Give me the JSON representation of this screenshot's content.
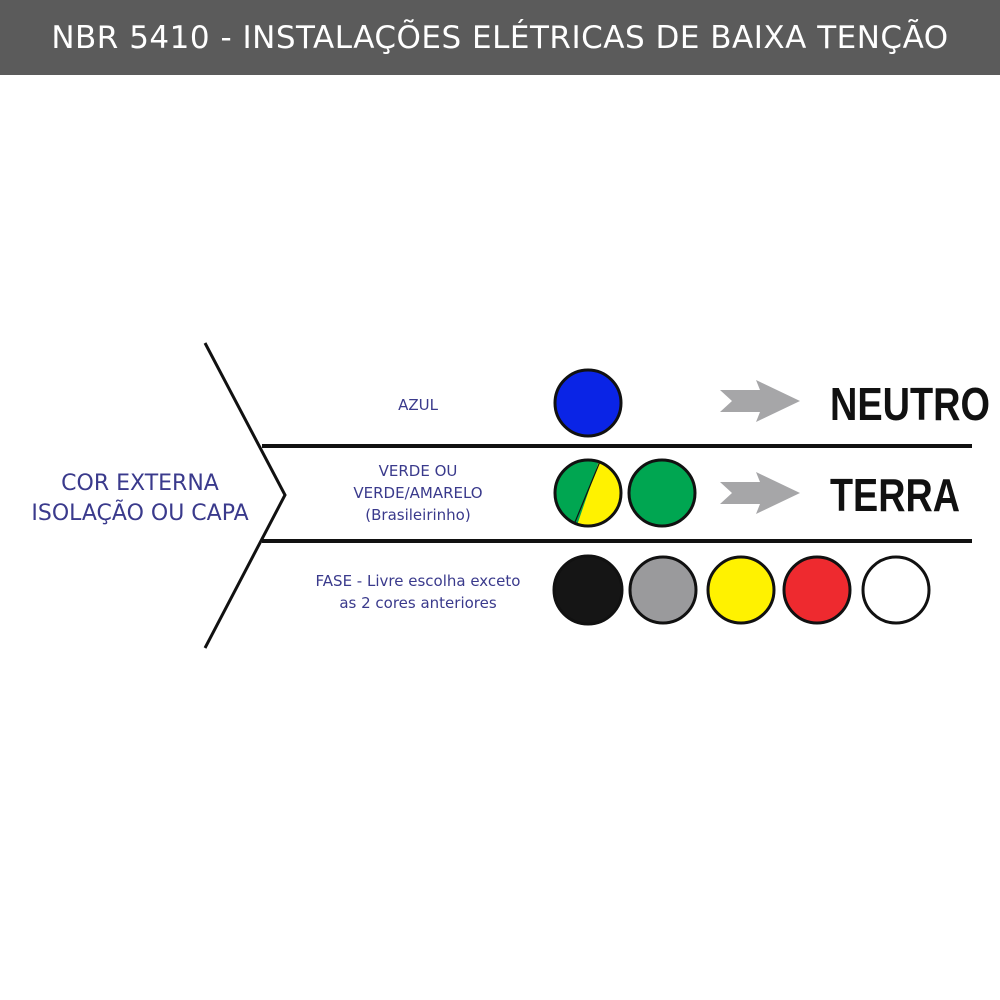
{
  "header": {
    "title": "NBR 5410 - INSTALAÇÕES ELÉTRICAS DE BAIXA TENÇÃO"
  },
  "left": {
    "line1": "COR EXTERNA",
    "line2": "ISOLAÇÃO OU CAPA"
  },
  "rows": [
    {
      "label_lines": [
        "AZUL"
      ],
      "result": "NEUTRO",
      "colors": [
        "#0a24e6"
      ]
    },
    {
      "label_lines": [
        "VERDE OU",
        "VERDE/AMARELO",
        "(Brasileirinho)"
      ],
      "result": "TERRA",
      "colors": [
        "green-yellow",
        "#00a651"
      ]
    },
    {
      "label_lines": [
        "FASE - Livre escolha exceto",
        "as 2 cores anteriores"
      ],
      "result": "",
      "colors": [
        "#151515",
        "#9a9a9c",
        "#fff200",
        "#ee2a2f",
        "#ffffff"
      ]
    }
  ],
  "palette": {
    "green": "#00a651",
    "yellow": "#fff200",
    "arrow": "#a6a6a8",
    "label": "#3a3a8c"
  }
}
